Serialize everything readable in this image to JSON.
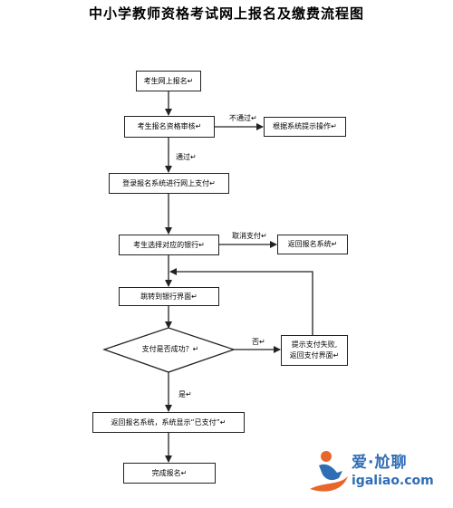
{
  "title": "中小学教师资格考试网上报名及缴费流程图",
  "nodes": {
    "n1": "考生网上报名↵",
    "n2": "考生报名资格审核↵",
    "n3": "根据系统提示操作↵",
    "n4": "登录报名系统进行网上支付↵",
    "n5": "考生选择对应的银行↵",
    "n6": "返回报名系统↵",
    "n7": "跳转到银行界面↵",
    "n8": "支付是否成功？↵",
    "n9_line1": "提示支付失败,",
    "n9_line2": "返回支付界面↵",
    "n10": "返回报名系统，系统显示“已支付”↵",
    "n11": "完成报名↵"
  },
  "edge_labels": {
    "fail": "不通过↵",
    "pass": "通过↵",
    "cancel": "取消支付↵",
    "no": "否↵",
    "yes": "是↵"
  },
  "watermark": {
    "brand": "爱·尬聊",
    "url": "igaliao.com"
  },
  "colors": {
    "line": "#222222",
    "watermark_blue": "#2f6db5",
    "watermark_orange": "#e8662a"
  }
}
